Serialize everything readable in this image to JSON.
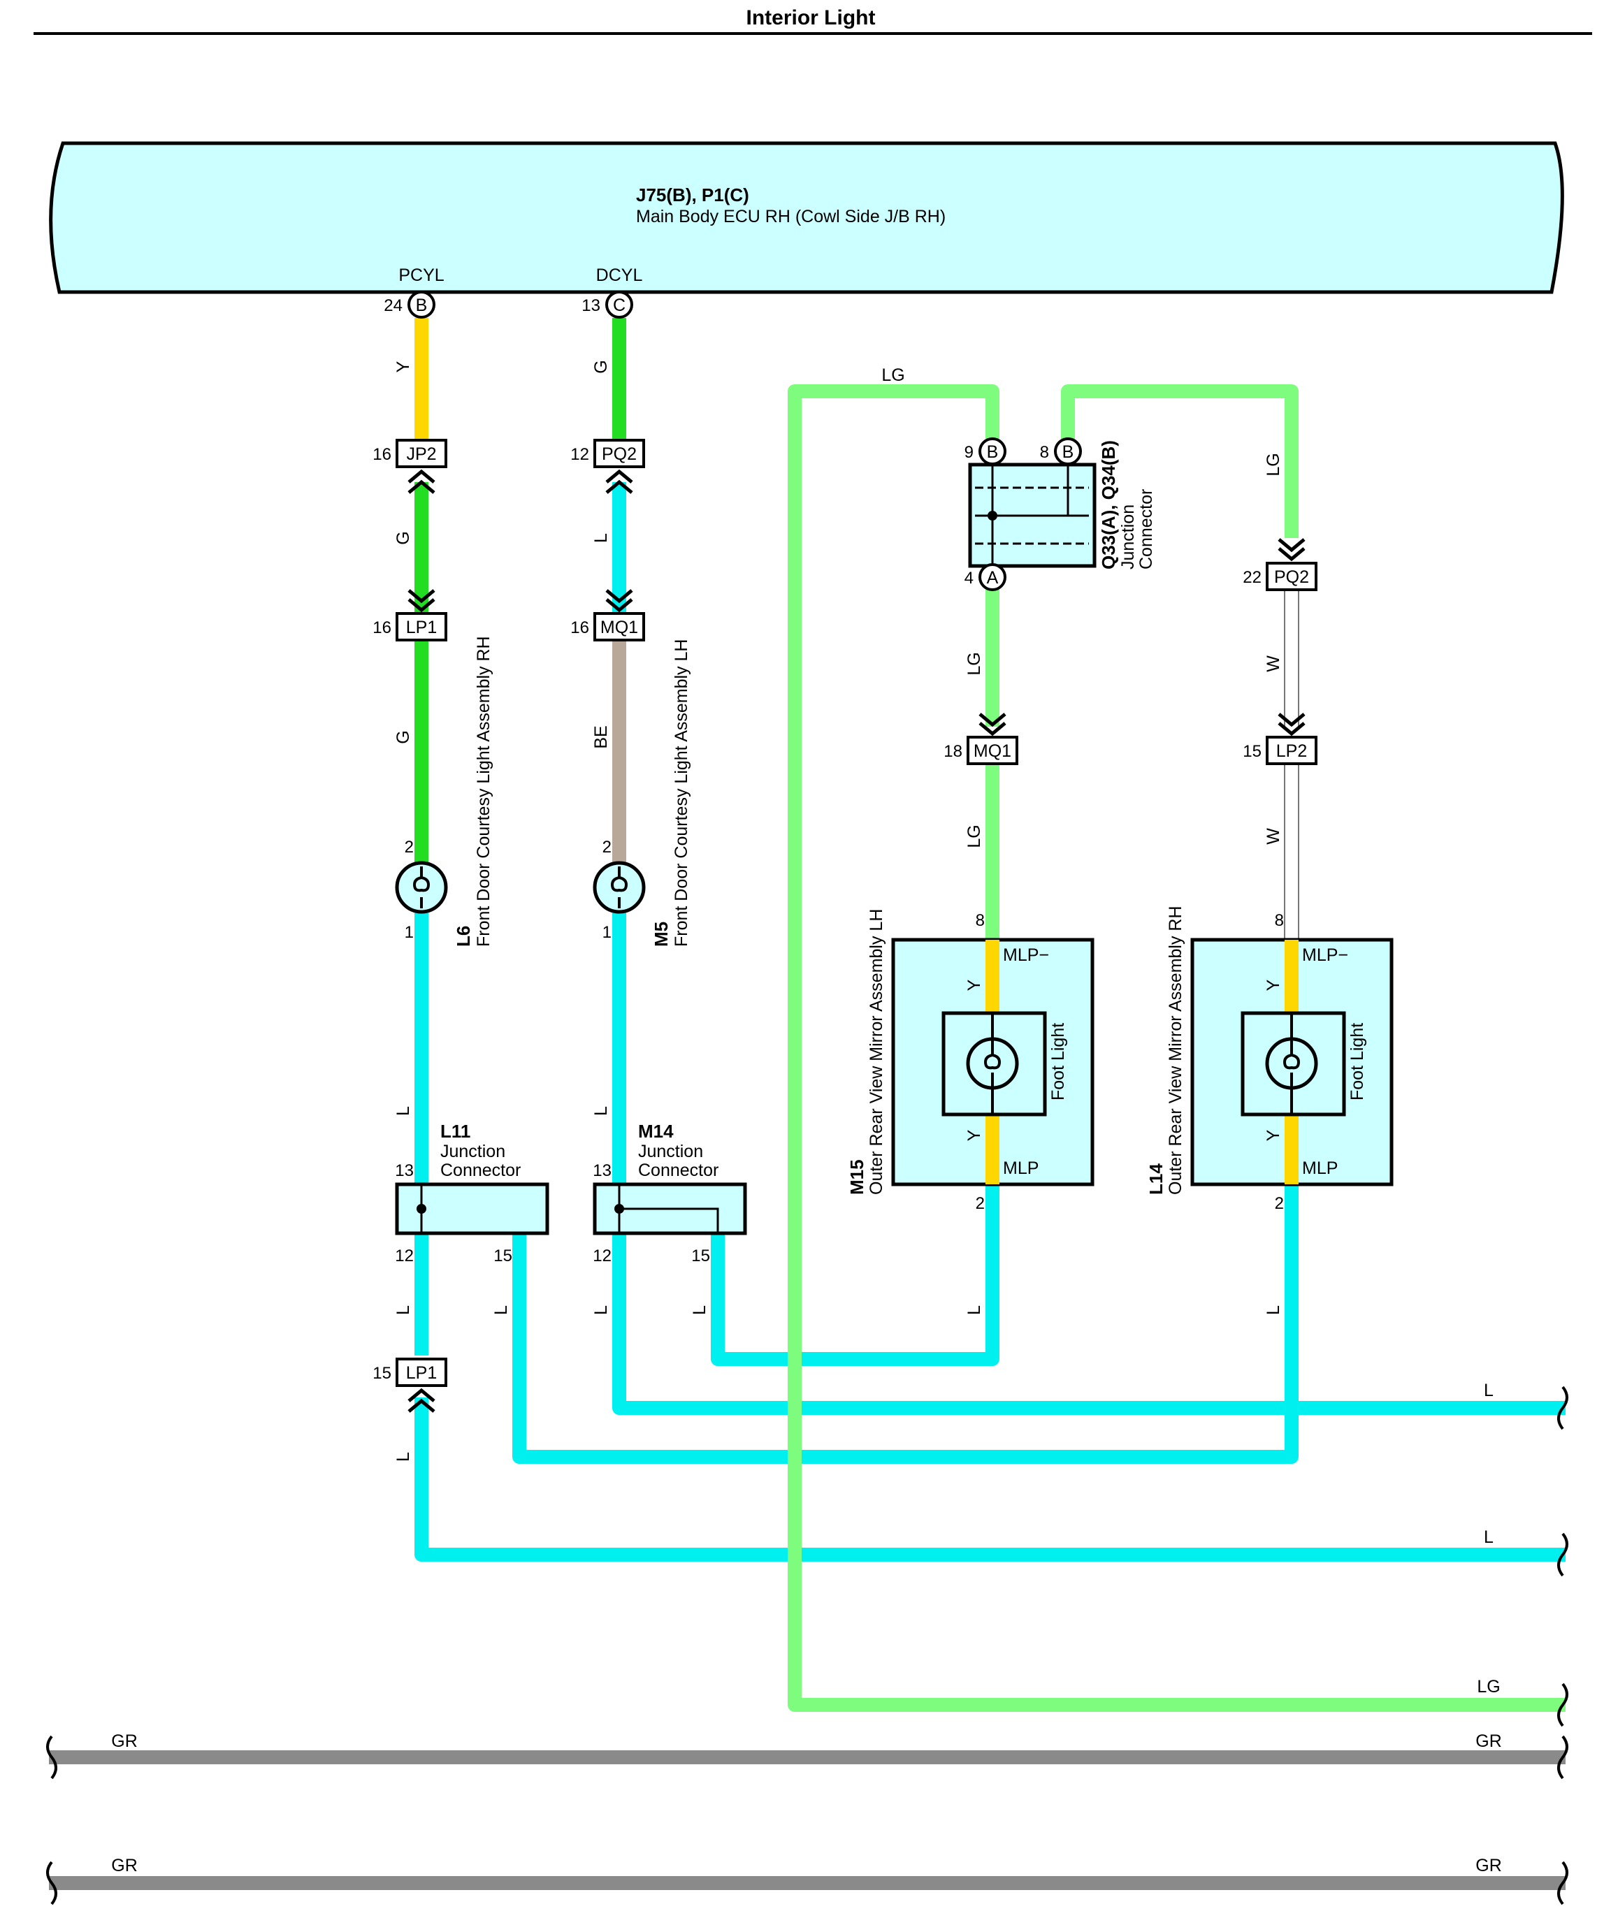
{
  "title": "Interior Light",
  "colors": {
    "Y": "#ffd700",
    "G": "#22dd22",
    "LG": "#7dfc7d",
    "L": "#00f0f0",
    "BE": "#b8a89a",
    "W": "#ffffff",
    "GR": "#8a8a8a",
    "component_fill": "#ccffff"
  },
  "ecu": {
    "ids": "J75(B), P1(C)",
    "name": "Main Body ECU RH (Cowl Side J/B RH)",
    "pins": [
      {
        "signal": "PCYL",
        "number": "24",
        "letter": "B"
      },
      {
        "signal": "DCYL",
        "number": "13",
        "letter": "C"
      }
    ]
  },
  "connectors": [
    {
      "label": "JP2",
      "pin": "16"
    },
    {
      "label": "PQ2",
      "pin": "12"
    },
    {
      "label": "LP1",
      "pin": "16"
    },
    {
      "label": "MQ1",
      "pin": "16"
    },
    {
      "label": "MQ1",
      "pin": "18"
    },
    {
      "label": "PQ2",
      "pin": "22"
    },
    {
      "label": "LP2",
      "pin": "15"
    },
    {
      "label": "LP1",
      "pin": "15"
    }
  ],
  "wire_colors": {
    "y_top": "Y",
    "g_top": "G",
    "g_jp2": "G",
    "l_pq2": "L",
    "g_l6": "G",
    "be_m5": "BE",
    "lg_top": "LG",
    "lg_right": "LG",
    "lg_q33": "LG",
    "lg_mq1": "LG",
    "w_pq2": "W",
    "w_lp2": "W",
    "l_l6": "L",
    "l_m5": "L",
    "l_l11_12": "L",
    "l_l11_15": "L",
    "l_m14_12": "L",
    "l_m14_15": "L",
    "l_m15": "L",
    "l_l14": "L",
    "l_lp1": "L",
    "y_m15_top": "Y",
    "y_m15_bot": "Y",
    "y_l14_top": "Y",
    "y_l14_bot": "Y",
    "out_l1": "L",
    "out_l2": "L",
    "out_lg": "LG",
    "gr1_left": "GR",
    "gr1_right": "GR",
    "gr2_left": "GR",
    "gr2_right": "GR"
  },
  "junction": {
    "ids": "Q33(A), Q34(B)",
    "line1": "Junction",
    "line2": "Connector",
    "pins": [
      {
        "number": "9",
        "letter": "B"
      },
      {
        "number": "8",
        "letter": "B"
      },
      {
        "number": "4",
        "letter": "A"
      }
    ]
  },
  "lamps": [
    {
      "id": "L6",
      "name": "Front Door Courtesy Light Assembly RH",
      "pin_top": "2",
      "pin_bottom": "1"
    },
    {
      "id": "M5",
      "name": "Front Door Courtesy Light Assembly LH",
      "pin_top": "2",
      "pin_bottom": "1"
    }
  ],
  "junction_connectors": [
    {
      "id": "L11",
      "line1": "Junction",
      "line2": "Connector",
      "pin_in": "13",
      "pin_a": "12",
      "pin_b": "15"
    },
    {
      "id": "M14",
      "line1": "Junction",
      "line2": "Connector",
      "pin_in": "13",
      "pin_a": "12",
      "pin_b": "15"
    }
  ],
  "mirrors": [
    {
      "id": "M15",
      "name": "Outer Rear View Mirror Assembly LH",
      "pin_top": "8",
      "pin_bottom": "2",
      "sig_top": "MLP−",
      "sig_bottom": "MLP",
      "light": "Foot Light"
    },
    {
      "id": "L14",
      "name": "Outer Rear View Mirror Assembly RH",
      "pin_top": "8",
      "pin_bottom": "2",
      "sig_top": "MLP−",
      "sig_bottom": "MLP",
      "light": "Foot Light"
    }
  ]
}
